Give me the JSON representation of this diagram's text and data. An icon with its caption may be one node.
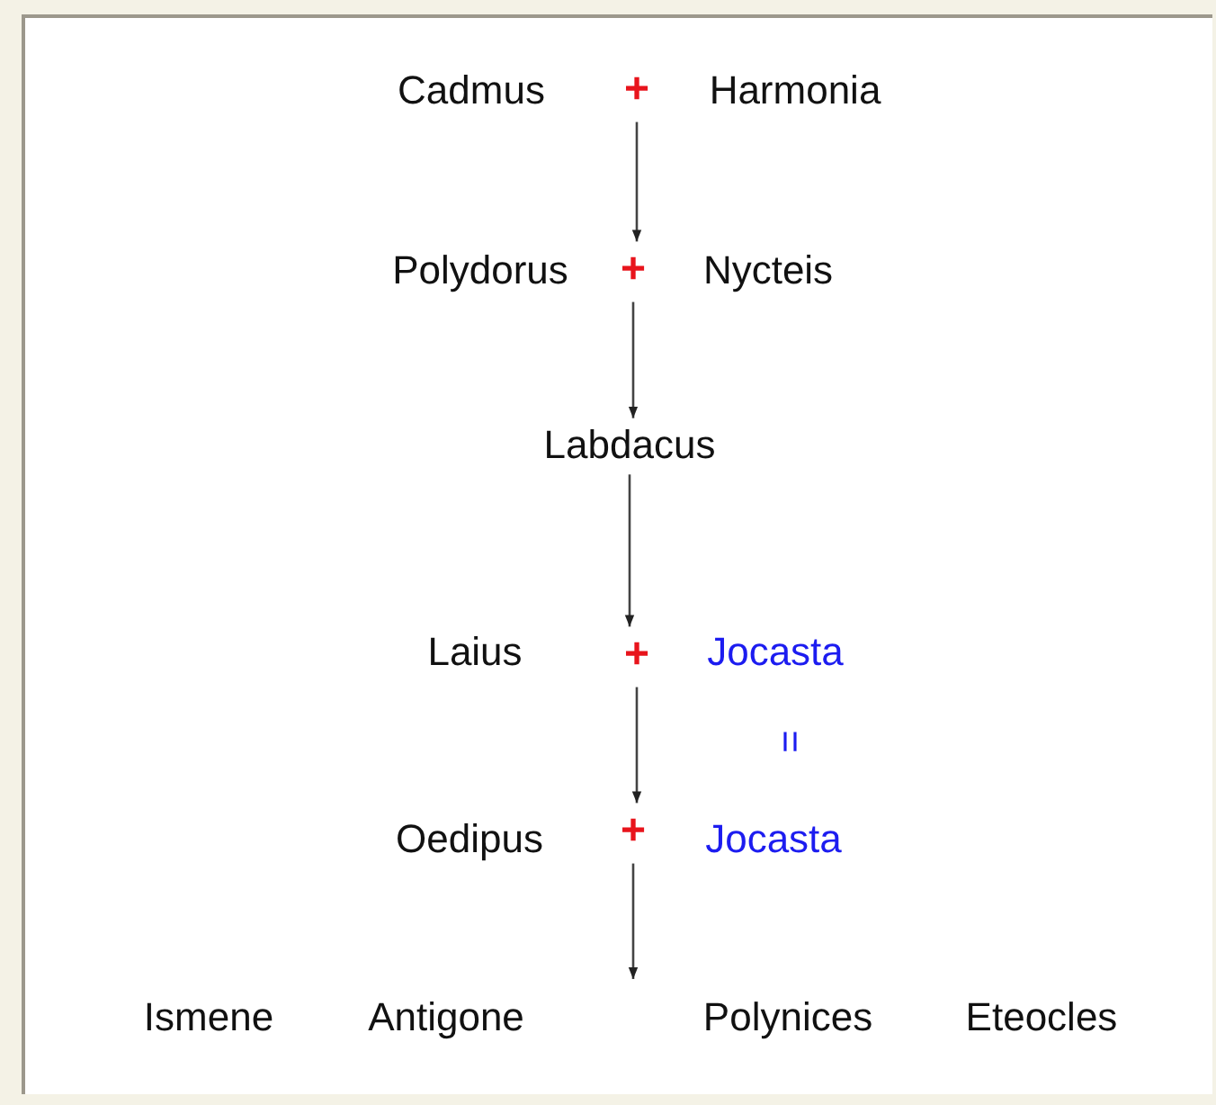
{
  "diagram": {
    "nodes": [
      {
        "text": [
          "Cadmus"
        ]
      },
      {
        "text": [
          "+"
        ]
      },
      {
        "text": [
          "Harmonia"
        ]
      },
      {
        "text": [
          "Polydorus"
        ]
      },
      {
        "text": [
          "+"
        ]
      },
      {
        "text": [
          "Nycteis"
        ]
      },
      {
        "text": [
          "Labdacus"
        ]
      },
      {
        "text": [
          "Laius"
        ]
      },
      {
        "text": [
          "+"
        ]
      },
      {
        "text": [
          "Jocasta"
        ]
      },
      {
        "text": [
          "Oedipus"
        ]
      },
      {
        "text": [
          "+"
        ]
      },
      {
        "text": [
          "Jocasta"
        ]
      },
      {
        "text": [
          "Ismene"
        ]
      },
      {
        "text": [
          "Antigone"
        ]
      },
      {
        "text": [
          "Polynices"
        ]
      },
      {
        "text": [
          "Eteocles"
        ]
      }
    ],
    "edges": [
      {
        "from": 1,
        "to": 4,
        "arrow": "to"
      },
      {
        "from": 4,
        "to": 6,
        "arrow": "to"
      },
      {
        "from": 6,
        "to": 8,
        "arrow": "to"
      },
      {
        "from": 8,
        "to": 11,
        "arrow": "to"
      },
      {
        "from": 11,
        "to": null,
        "arrow": "to"
      }
    ],
    "labels": [
      "="
    ]
  }
}
